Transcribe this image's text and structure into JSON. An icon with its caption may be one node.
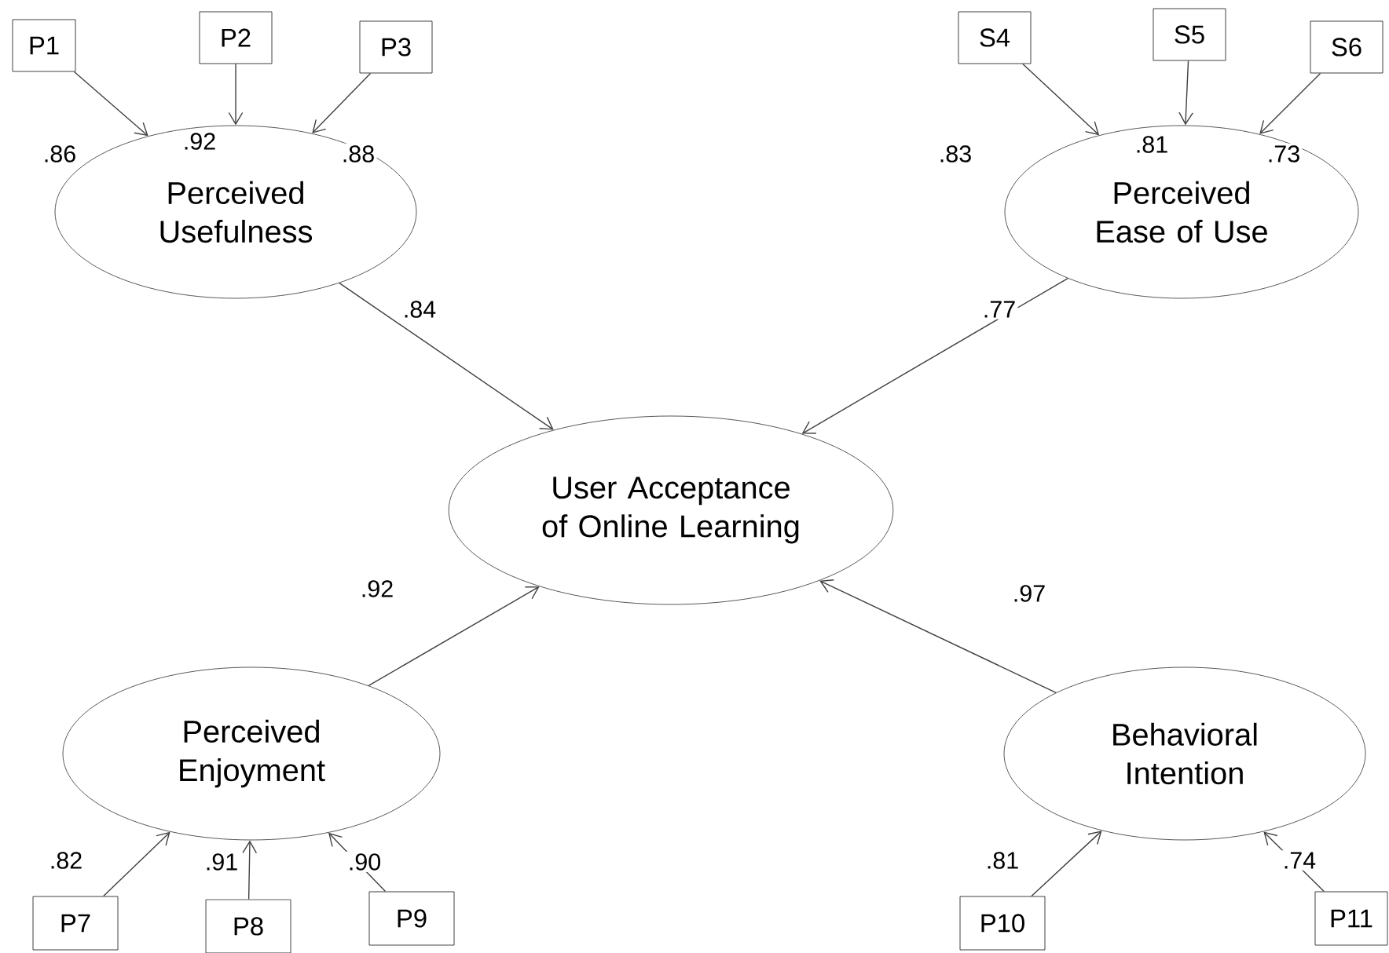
{
  "diagram": {
    "nodes": [
      {
        "text": [
          "P1"
        ]
      },
      {
        "text": [
          "P2"
        ]
      },
      {
        "text": [
          "P3"
        ]
      },
      {
        "text": [
          "S4"
        ]
      },
      {
        "text": [
          "S5"
        ]
      },
      {
        "text": [
          "S6"
        ]
      },
      {
        "text": [
          "Perceived Usefulness"
        ]
      },
      {
        "text": [
          "Perceived Ease of Use"
        ]
      },
      {
        "text": [
          "User Acceptance of Online Learning"
        ]
      },
      {
        "text": [
          "Perceived Enjoyment"
        ]
      },
      {
        "text": [
          "Behavioral Intention"
        ]
      },
      {
        "text": [
          "P7"
        ]
      },
      {
        "text": [
          "P8"
        ]
      },
      {
        "text": [
          "P9"
        ]
      },
      {
        "text": [
          "P10"
        ]
      },
      {
        "text": [
          "P11"
        ]
      }
    ],
    "edges": [
      {
        "from": 0,
        "to": 6,
        "arrow": "to",
        "label": ".86"
      },
      {
        "from": 1,
        "to": 6,
        "arrow": "to",
        "label": ".92"
      },
      {
        "from": 2,
        "to": 6,
        "arrow": "to",
        "label": ".88"
      },
      {
        "from": 3,
        "to": 7,
        "arrow": "to",
        "label": ".83"
      },
      {
        "from": 4,
        "to": 7,
        "arrow": "to",
        "label": ".81"
      },
      {
        "from": 5,
        "to": 7,
        "arrow": "to",
        "label": ".73"
      },
      {
        "from": 6,
        "to": 8,
        "arrow": "to",
        "label": ".84"
      },
      {
        "from": 7,
        "to": 8,
        "arrow": "to",
        "label": ".77"
      },
      {
        "from": 9,
        "to": 8,
        "arrow": "to",
        "label": ".92"
      },
      {
        "from": 10,
        "to": 8,
        "arrow": "to",
        "label": ".97"
      },
      {
        "from": 11,
        "to": 9,
        "arrow": "to",
        "label": ".82"
      },
      {
        "from": 12,
        "to": 9,
        "arrow": "to",
        "label": ".91"
      },
      {
        "from": 13,
        "to": 9,
        "arrow": "to",
        "label": ".90"
      },
      {
        "from": 14,
        "to": 10,
        "arrow": "to",
        "label": ".81"
      },
      {
        "from": 15,
        "to": 10,
        "arrow": "to",
        "label": ".74"
      }
    ]
  }
}
